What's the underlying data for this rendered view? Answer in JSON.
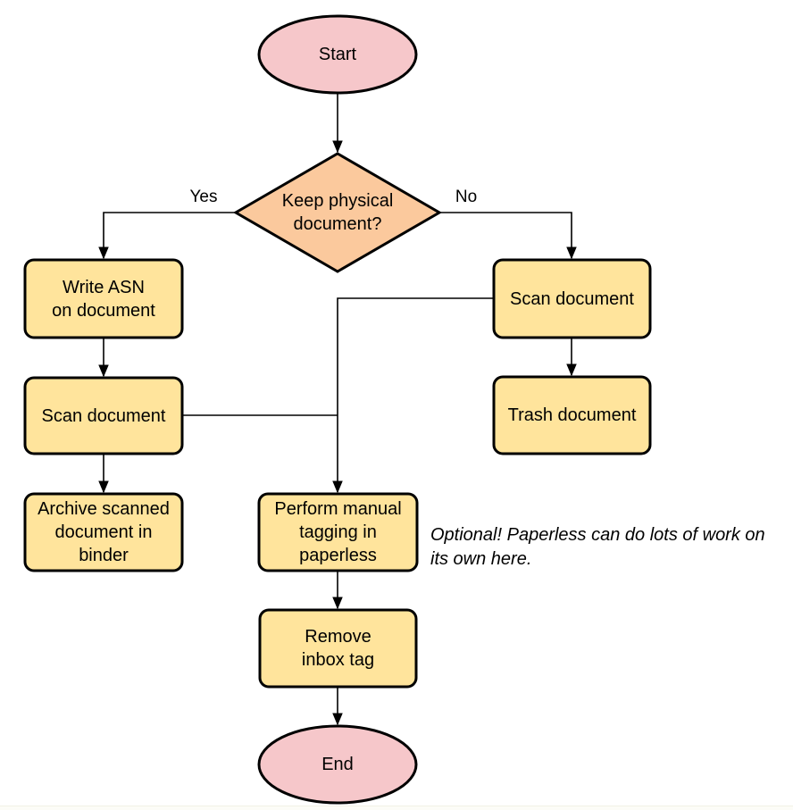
{
  "diagram": {
    "type": "flowchart",
    "background": "#ffffff"
  },
  "colors": {
    "terminator_fill": "#f6c7ca",
    "decision_fill": "#fbc99d",
    "process_fill": "#ffe49c",
    "node_stroke": "#000000",
    "edge_stroke": "#000000",
    "text": "#000000"
  },
  "nodes": {
    "start": {
      "label": "Start",
      "shape": "ellipse"
    },
    "decision": {
      "label": "Keep physical\ndocument?",
      "shape": "diamond"
    },
    "write_asn": {
      "label": "Write ASN\non document",
      "shape": "rounded-rect"
    },
    "scan_left": {
      "label": "Scan document",
      "shape": "rounded-rect"
    },
    "archive": {
      "label": "Archive scanned\ndocument in\nbinder",
      "shape": "rounded-rect"
    },
    "scan_right": {
      "label": "Scan document",
      "shape": "rounded-rect"
    },
    "trash": {
      "label": "Trash document",
      "shape": "rounded-rect"
    },
    "tagging": {
      "label": "Perform manual\ntagging in\npaperless",
      "shape": "rounded-rect"
    },
    "remove_inbox": {
      "label": "Remove\ninbox tag",
      "shape": "rounded-rect"
    },
    "end": {
      "label": "End",
      "shape": "ellipse"
    }
  },
  "edge_labels": {
    "yes": "Yes",
    "no": "No"
  },
  "annotation": {
    "text": "Optional! Paperless can do lots of work on\nits own here."
  },
  "edges": [
    {
      "from": "start",
      "to": "decision"
    },
    {
      "from": "decision",
      "to": "write_asn",
      "label": "Yes"
    },
    {
      "from": "decision",
      "to": "scan_right",
      "label": "No"
    },
    {
      "from": "write_asn",
      "to": "scan_left"
    },
    {
      "from": "scan_left",
      "to": "archive"
    },
    {
      "from": "scan_left",
      "to": "tagging"
    },
    {
      "from": "scan_right",
      "to": "tagging"
    },
    {
      "from": "scan_right",
      "to": "trash"
    },
    {
      "from": "tagging",
      "to": "remove_inbox"
    },
    {
      "from": "remove_inbox",
      "to": "end"
    }
  ]
}
